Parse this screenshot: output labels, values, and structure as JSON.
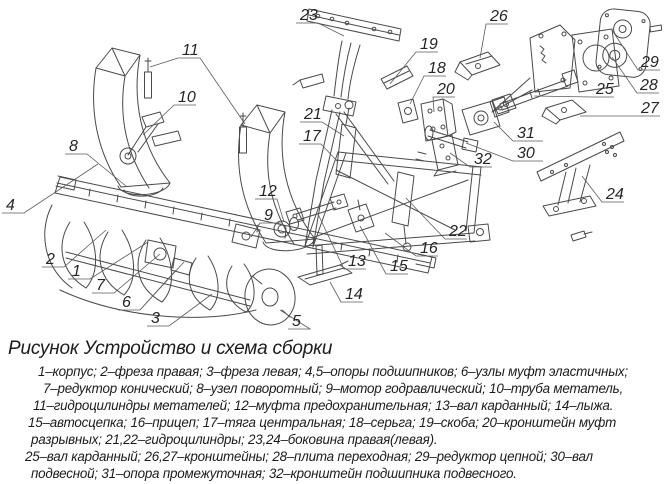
{
  "figure": {
    "kind": "exploded-assembly-technical-drawing",
    "title": "Рисунок Устройство и схема сборки"
  },
  "caption": {
    "title": "Рисунок Устройство и схема сборки",
    "lines": [
      "1–корпус; 2–фреза правая; 3–фреза левая; 4,5–опоры подшипников; 6–узлы муфт эластичных;",
      "7–редуктор конический; 8–узел поворотный; 9–мотор годравлический; 10–труба метатель,",
      "11–гидроцилиндры метателей; 12–муфта предохранительная; 13–вал карданный; 14–лыжа.",
      "15–автосцепка; 16–прицеп; 17–тяга центральная; 18–серьга; 19–скоба; 20–кронштейн муфт",
      "разрывных; 21,22–гидроцилиндры; 23,24–боковина правая(левая).",
      "25–вал карданный; 26,27–кронштейны; 28–плита переходная; 29–редуктор цепной; 30–вал",
      "подвесной; 31–опора промежуточная; 32–кронштейн подшипника подвесного."
    ]
  },
  "callouts": [
    "1",
    "2",
    "3",
    "4",
    "5",
    "6",
    "7",
    "8",
    "9",
    "10",
    "11",
    "12",
    "13",
    "14",
    "15",
    "16",
    "17",
    "18",
    "19",
    "20",
    "21",
    "22",
    "23",
    "24",
    "25",
    "26",
    "27",
    "28",
    "29",
    "30",
    "31",
    "32"
  ],
  "colors": {
    "background": "#ffffff",
    "linework": "#4a4a4a",
    "text": "#1c1c1c"
  }
}
